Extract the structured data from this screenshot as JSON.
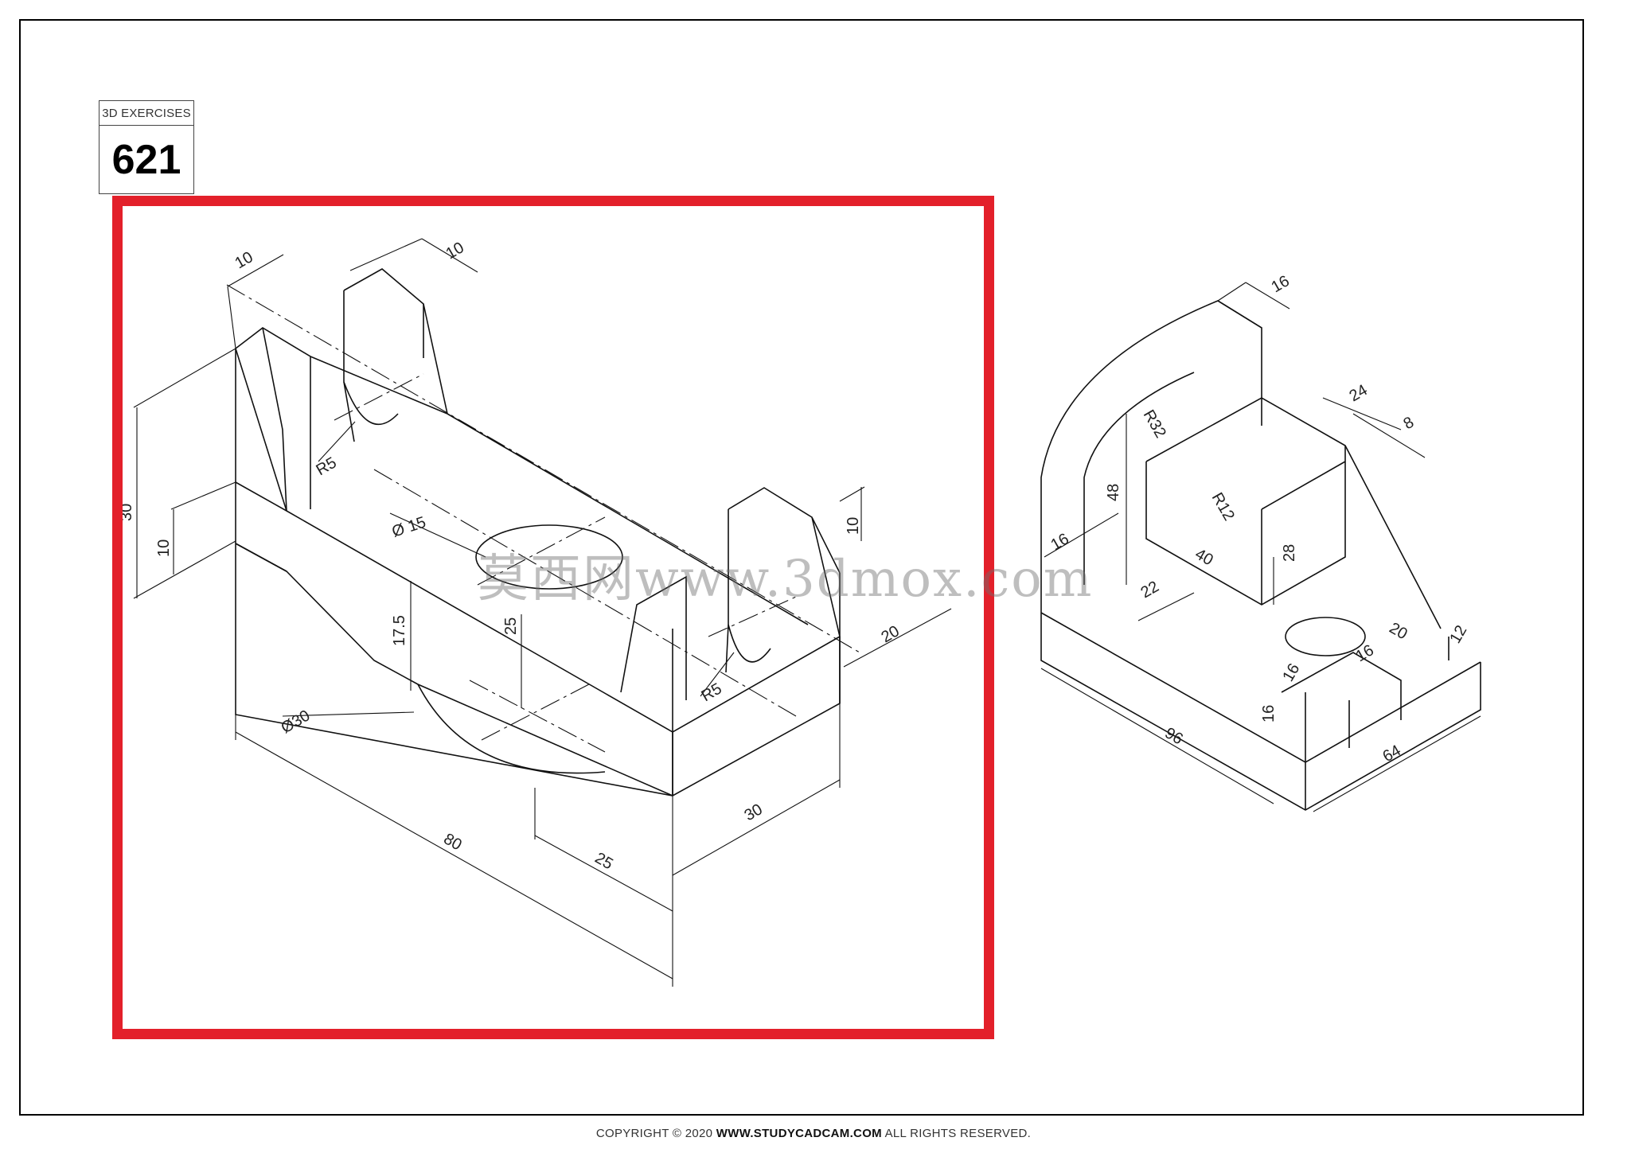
{
  "header": {
    "category": "3D EXERCISES",
    "number": "621"
  },
  "highlight_color": "#e3202a",
  "left_drawing": {
    "dimensions": [
      "10",
      "10",
      "30",
      "10",
      "10",
      "R5",
      "Ø 15",
      "17.5",
      "25",
      "R5",
      "20",
      "Ø30",
      "80",
      "25",
      "30"
    ]
  },
  "right_drawing": {
    "dimensions": [
      "16",
      "24",
      "8",
      "R32",
      "48",
      "R12",
      "28",
      "40",
      "16",
      "22",
      "20",
      "12",
      "16",
      "16",
      "16",
      "96",
      "64"
    ]
  },
  "watermark": "莫西网www.3dmox.com",
  "footer": {
    "prefix": "COPYRIGHT © 2020 ",
    "site": "WWW.STUDYCADCAM.COM",
    "suffix": " ALL RIGHTS RESERVED."
  }
}
